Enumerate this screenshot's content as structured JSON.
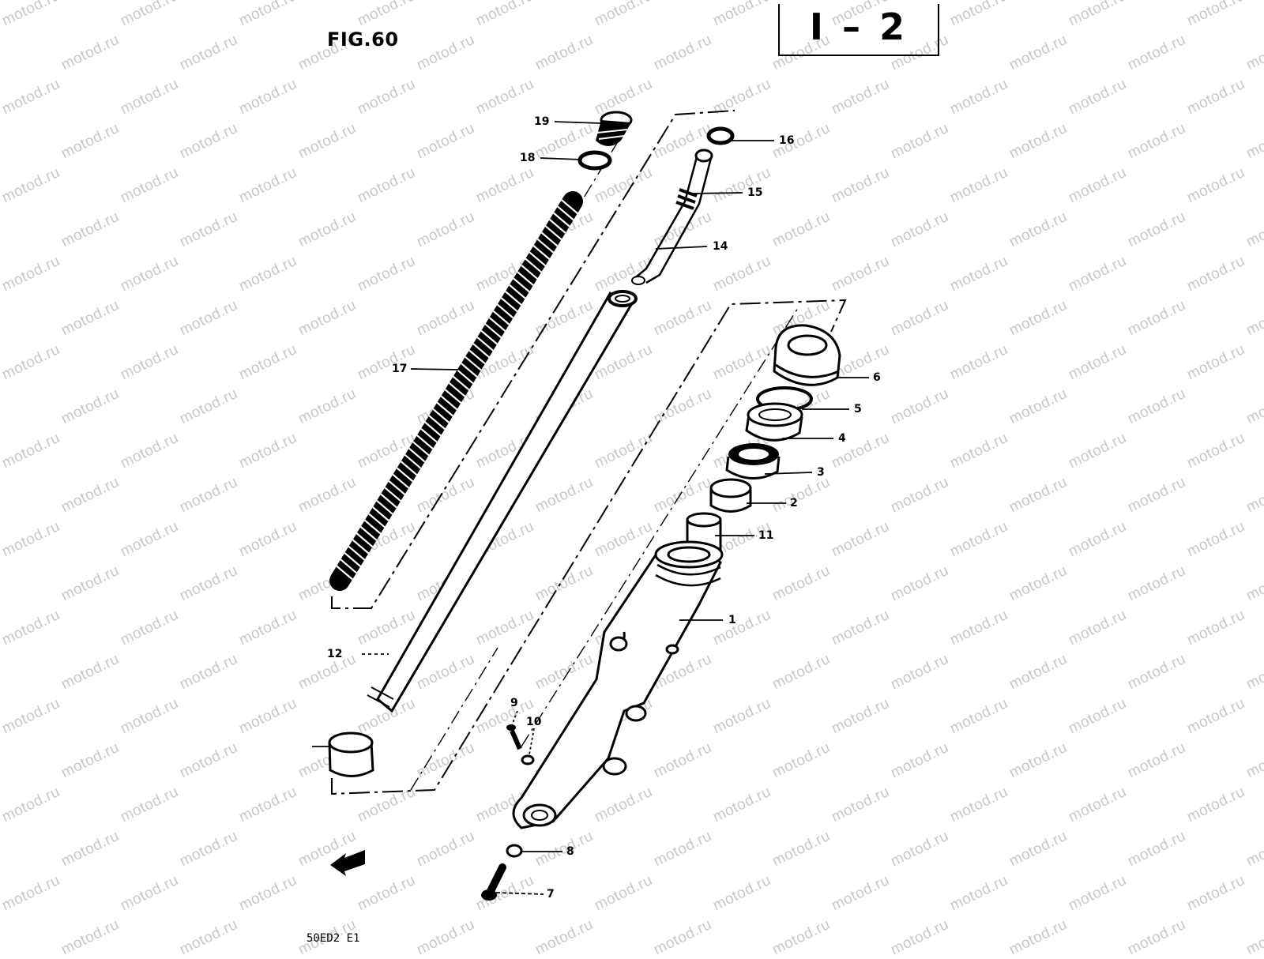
{
  "figure": {
    "title": "FIG.60",
    "page_ref": "I – 2",
    "footer_code": "50ED2 E1",
    "watermark_text": "motod.ru"
  },
  "callouts": [
    {
      "id": "1",
      "label": "1"
    },
    {
      "id": "2",
      "label": "2"
    },
    {
      "id": "3",
      "label": "3"
    },
    {
      "id": "4",
      "label": "4"
    },
    {
      "id": "5",
      "label": "5"
    },
    {
      "id": "6",
      "label": "6"
    },
    {
      "id": "7",
      "label": "7"
    },
    {
      "id": "8",
      "label": "8"
    },
    {
      "id": "9",
      "label": "9"
    },
    {
      "id": "10",
      "label": "10"
    },
    {
      "id": "11",
      "label": "11"
    },
    {
      "id": "12",
      "label": "12"
    },
    {
      "id": "14",
      "label": "14"
    },
    {
      "id": "15",
      "label": "15"
    },
    {
      "id": "16",
      "label": "16"
    },
    {
      "id": "17",
      "label": "17"
    },
    {
      "id": "18",
      "label": "18"
    },
    {
      "id": "19",
      "label": "19"
    }
  ],
  "colors": {
    "ink": "#000000",
    "watermark": "#c8c8c8",
    "paper": "#ffffff"
  }
}
